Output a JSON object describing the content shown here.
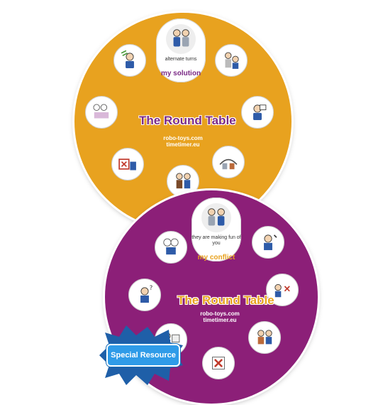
{
  "gold_wheel": {
    "title": "The Round Table",
    "window_label": "my solution",
    "window_caption": "alternate turns",
    "site_line1": "robo-toys.com",
    "site_line2": "timetimer.eu",
    "colors": {
      "disc": "#e8a21f",
      "title": "#7b2a86",
      "label": "#7b2a86"
    }
  },
  "purple_wheel": {
    "title": "The Round Table",
    "window_label": "my conflict",
    "window_caption": "they are making fun of you",
    "site_line1": "robo-toys.com",
    "site_line2": "timetimer.eu",
    "colors": {
      "disc": "#8c1f78",
      "title": "#e8a21f",
      "label": "#e8a21f"
    }
  },
  "badge": {
    "label": "Special Resource",
    "colors": {
      "star": "#1f5fa8",
      "pill": "#2f9be8"
    }
  }
}
